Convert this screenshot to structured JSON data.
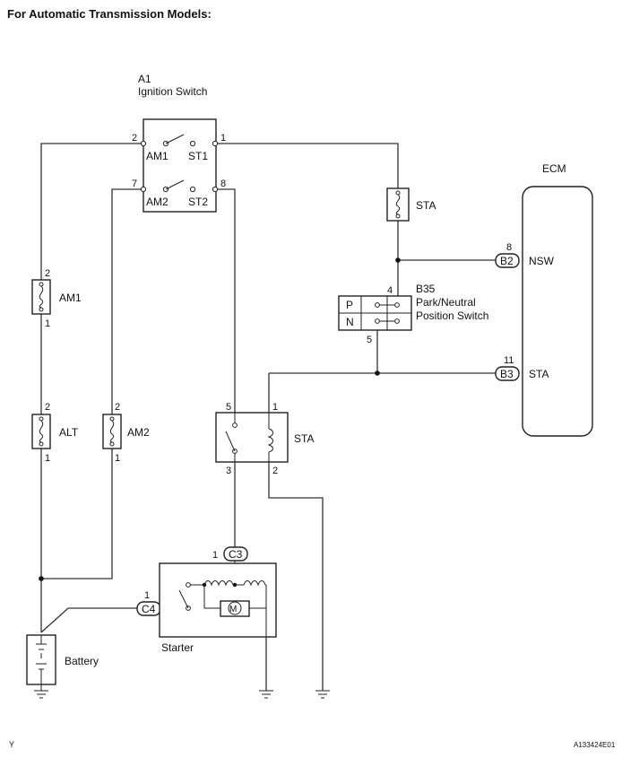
{
  "header": {
    "title": "For Automatic Transmission Models:"
  },
  "footer": {
    "left_mark": "Y",
    "figure_code": "A133424E01"
  },
  "ignition_switch": {
    "ref": "A1",
    "name": "Ignition Switch",
    "contacts": [
      "AM1",
      "ST1",
      "AM2",
      "ST2"
    ],
    "pins": [
      "2",
      "1",
      "7",
      "8"
    ]
  },
  "fuses": {
    "am1": {
      "label": "AM1",
      "pin_top": "2",
      "pin_bottom": "1"
    },
    "alt": {
      "label": "ALT",
      "pin_top": "2",
      "pin_bottom": "1"
    },
    "am2": {
      "label": "AM2",
      "pin_top": "2",
      "pin_bottom": "1"
    },
    "sta": {
      "label": "STA"
    }
  },
  "relay": {
    "label": "STA",
    "pins": [
      "5",
      "1",
      "3",
      "2"
    ]
  },
  "park_neutral": {
    "ref": "B35",
    "name_line1": "Park/Neutral",
    "name_line2": "Position Switch",
    "positions": [
      "P",
      "N"
    ],
    "pin_top": "4",
    "pin_bottom": "5"
  },
  "ecm": {
    "name": "ECM",
    "connectors": [
      {
        "conn": "B2",
        "pin": "8",
        "signal": "NSW"
      },
      {
        "conn": "B3",
        "pin": "11",
        "signal": "STA"
      }
    ]
  },
  "starter": {
    "name": "Starter",
    "motor": "M"
  },
  "connectors": {
    "c3": {
      "label": "C3",
      "pin": "1"
    },
    "c4": {
      "label": "C4",
      "pin": "1"
    }
  },
  "battery": {
    "label": "Battery"
  }
}
